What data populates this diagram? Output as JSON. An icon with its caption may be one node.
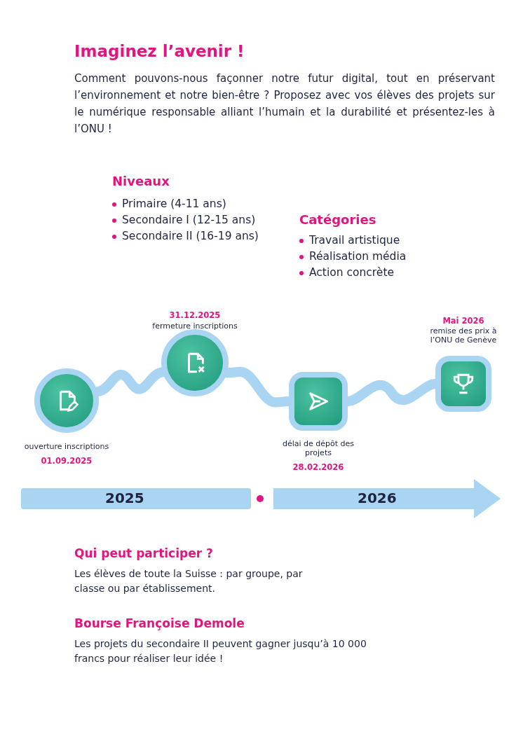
{
  "diagram": {
    "title": "Imaginez l’avenir !",
    "nodes": [
      {
        "text": [],
        "shape": "circle",
        "beside": [
          "ouverture inscriptions",
          "01.09.2025"
        ]
      },
      {
        "text": [],
        "shape": "circle",
        "beside": [
          "31.12.2025",
          "fermeture inscriptions"
        ]
      },
      {
        "text": [],
        "shape": "box",
        "beside": [
          "délai de dépôt des projets",
          "28.02.2026"
        ]
      },
      {
        "text": [],
        "shape": "box",
        "beside": [
          "Mai 2026",
          "remise des prix à l’ONU de Genève"
        ]
      }
    ],
    "edges": [
      {
        "from": 0,
        "to": 1,
        "arrow": "none"
      },
      {
        "from": 1,
        "to": 2,
        "arrow": "none"
      },
      {
        "from": 2,
        "to": 3,
        "arrow": "none"
      }
    ],
    "labels": [
      "Comment pouvons-nous façonner notre futur digital, tout en préservant l’environnement et notre bien-être ? Proposez avec vos élèves des projets sur le numérique responsable alliant l’humain et la durabilité et présentez-les à l’ONU !",
      "Niveaux",
      "Primaire (4-11 ans)",
      "Secondaire I (12-15 ans)",
      "Secondaire II (16-19 ans)",
      "Catégories",
      "Travail artistique",
      "Réalisation média",
      "Action concrète",
      "2025",
      "2026",
      "Qui peut participer ?",
      "Les élèves de toute la Suisse : par groupe, par classe ou par établissement.",
      "Bourse Françoise Demole",
      "Les projets du secondaire II peuvent gagner jusqu’à 10 000 francs pour réaliser leur idée !"
    ]
  }
}
